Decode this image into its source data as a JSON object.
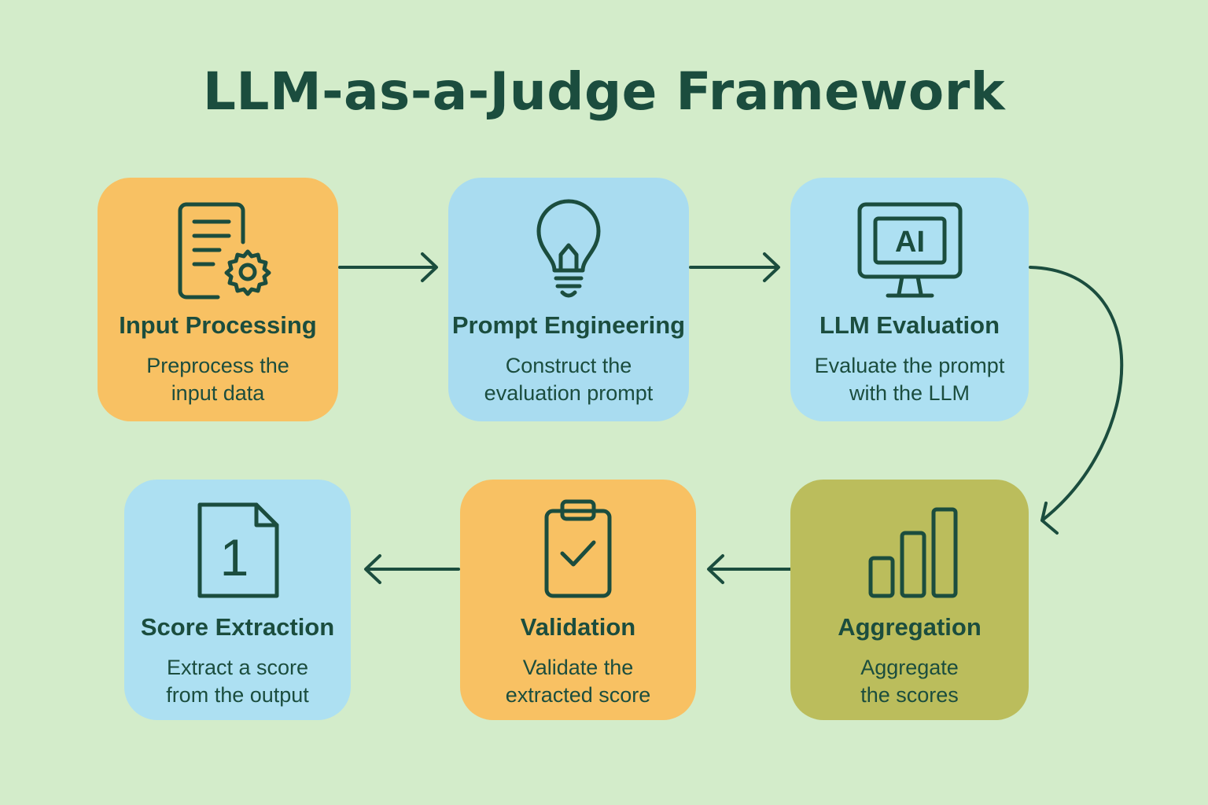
{
  "title": "LLM-as-a-Judge Framework",
  "colors": {
    "background": "#d3ecca",
    "ink": "#1b4d3e",
    "orange": "#f8c163",
    "blue": "#a9dcf0",
    "olive": "#bbbd5c"
  },
  "steps": [
    {
      "title": "Input Processing",
      "desc_line1": "Preprocess the",
      "desc_line2": "input data",
      "icon": "document-gear-icon",
      "color": "orange"
    },
    {
      "title": "Prompt Engineering",
      "desc_line1": "Construct the",
      "desc_line2": "evaluation prompt",
      "icon": "lightbulb-icon",
      "color": "blue"
    },
    {
      "title": "LLM Evaluation",
      "desc_line1": "Evaluate the prompt",
      "desc_line2": "with the LLM",
      "icon": "ai-monitor-icon",
      "icon_text": "AI",
      "color": "blue"
    },
    {
      "title": "Aggregation",
      "desc_line1": "Aggregate",
      "desc_line2": "the scores",
      "icon": "bar-chart-icon",
      "color": "olive"
    },
    {
      "title": "Validation",
      "desc_line1": "Validate the",
      "desc_line2": "extracted score",
      "icon": "clipboard-check-icon",
      "color": "orange"
    },
    {
      "title": "Score Extraction",
      "desc_line1": "Extract a score",
      "desc_line2": "from the output",
      "icon": "score-document-icon",
      "icon_text": "1",
      "color": "blue"
    }
  ]
}
